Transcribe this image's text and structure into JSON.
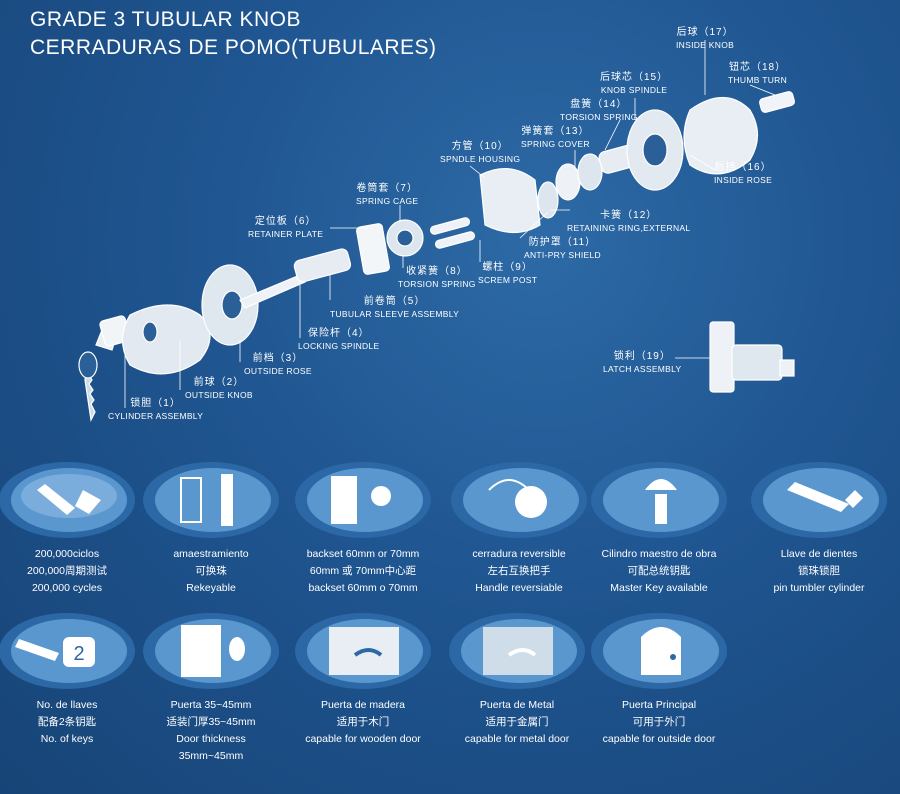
{
  "title": {
    "line1": "GRADE 3 TUBULAR KNOB",
    "line2": "CERRADURAS DE POMO(TUBULARES)"
  },
  "parts": [
    {
      "cn": "锁胆（1）",
      "en": "CYLINDER ASSEMBLY"
    },
    {
      "cn": "前球（2）",
      "en": "OUTSIDE KNOB"
    },
    {
      "cn": "前档（3）",
      "en": "OUTSIDE ROSE"
    },
    {
      "cn": "保险杆（4）",
      "en": "LOCKING SPINDLE"
    },
    {
      "cn": "前卷筒（5）",
      "en": "TUBULAR SLEEVE ASSEMBLY"
    },
    {
      "cn": "定位板（6）",
      "en": "RETAINER PLATE"
    },
    {
      "cn": "卷筒套（7）",
      "en": "SPRING CAGE"
    },
    {
      "cn": "收紧簧（8）",
      "en": "TORSION SPRING"
    },
    {
      "cn": "螺柱（9）",
      "en": "SCREM POST"
    },
    {
      "cn": "方管（10）",
      "en": "SPNDLE HOUSING"
    },
    {
      "cn": "防护罩（11）",
      "en": "ANTI-PRY SHIELD"
    },
    {
      "cn": "卡簧（12）",
      "en": "RETAINING RING,EXTERNAL"
    },
    {
      "cn": "弹簧套（13）",
      "en": "SPRING COVER"
    },
    {
      "cn": "盘簧（14）",
      "en": "TORSION SPRING"
    },
    {
      "cn": "后球芯（15）",
      "en": "KNOB SPINDLE"
    },
    {
      "cn": "后挡（16）",
      "en": "INSIDE ROSE"
    },
    {
      "cn": "后球（17）",
      "en": "INSIDE KNOB"
    },
    {
      "cn": "钮芯（18）",
      "en": "THUMB TURN"
    },
    {
      "cn": "锁利（19）",
      "en": "LATCH ASSEMBLY"
    }
  ],
  "features": [
    {
      "icon": "key-turn-icon",
      "lines": [
        "200,000ciclos",
        "200,000周期测试",
        "200,000 cycles"
      ]
    },
    {
      "icon": "rekey-icon",
      "lines": [
        "amaestramiento",
        "可换珠",
        "Rekeyable"
      ]
    },
    {
      "icon": "backset-icon",
      "lines": [
        "backset 60mm or 70mm",
        "60mm 或 70mm中心距",
        "backset 60mm o 70mm"
      ]
    },
    {
      "icon": "reversible-handle-icon",
      "lines": [
        "cerradura reversible",
        "左右互换把手",
        "Handle reversiable"
      ]
    },
    {
      "icon": "master-key-icon",
      "lines": [
        "Cilindro maestro de obra",
        "可配总统钥匙",
        "Master Key available"
      ]
    },
    {
      "icon": "pin-tumbler-key-icon",
      "lines": [
        "Llave de dientes",
        "锁珠锁胆",
        "pin tumbler cylinder"
      ]
    },
    {
      "icon": "two-keys-icon",
      "badge": "2",
      "lines": [
        "No. de llaves",
        "配备2条钥匙",
        "No. of keys"
      ]
    },
    {
      "icon": "door-thickness-icon",
      "lines": [
        "Puerta 35~45mm",
        "适装门厚35~45mm",
        "Door thickness",
        "35mm~45mm"
      ]
    },
    {
      "icon": "wooden-door-icon",
      "lines": [
        "Puerta de madera",
        "适用于木门",
        "capable for wooden door"
      ]
    },
    {
      "icon": "metal-door-icon",
      "lines": [
        "Puerta de Metal",
        "适用于金属门",
        "capable for metal door"
      ]
    },
    {
      "icon": "outside-door-icon",
      "lines": [
        "Puerta Principal",
        "可用于外门",
        "capable for outside door"
      ]
    }
  ]
}
